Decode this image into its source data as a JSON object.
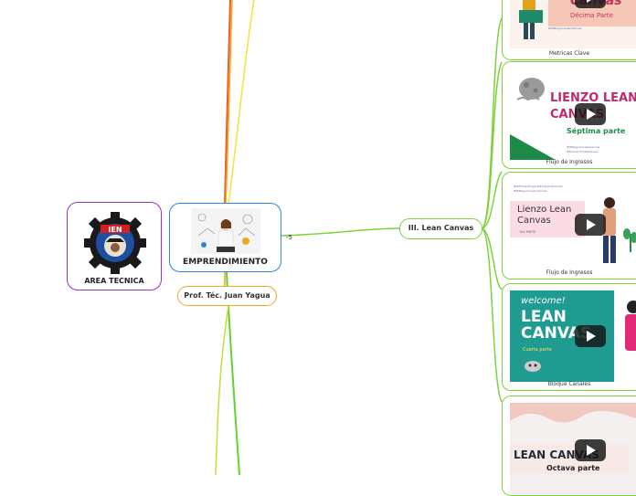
{
  "nodes": {
    "area": {
      "label": "AREA TECNICA",
      "logo_text": "IEN"
    },
    "emprendimiento": {
      "label": "EMPRENDIMIENTO"
    },
    "prof": {
      "label": "Prof. Téc. Juan Yagua"
    },
    "lean": {
      "label": "III. Lean Canvas"
    },
    "collapse": {
      "label": "-5"
    }
  },
  "thumbnails": [
    {
      "title": "Canvas",
      "subtitle": "Décima Parte",
      "caption": "Metricas Clave"
    },
    {
      "title": "LIENZO LEAN CANVAS",
      "subtitle": "Séptima parte",
      "caption": "Flujo de Ingresos"
    },
    {
      "title": "Lienzo Lean Canvas",
      "subtitle": "10a PARTE",
      "caption": "Flujo de Ingresos"
    },
    {
      "title": "LEAN CANVAS",
      "subtitle": "Cuarta parte",
      "welcome": "welcome!",
      "caption": "Bloque Canales"
    },
    {
      "title": "LEAN CANVAS",
      "subtitle": "Octava parte",
      "caption": ""
    }
  ],
  "colors": {
    "purple": "#9b2fc7",
    "blue": "#2f86d6",
    "orange": "#f2a623",
    "green": "#7fd13b",
    "yellow": "#f5e23a",
    "red": "#f15a29"
  }
}
